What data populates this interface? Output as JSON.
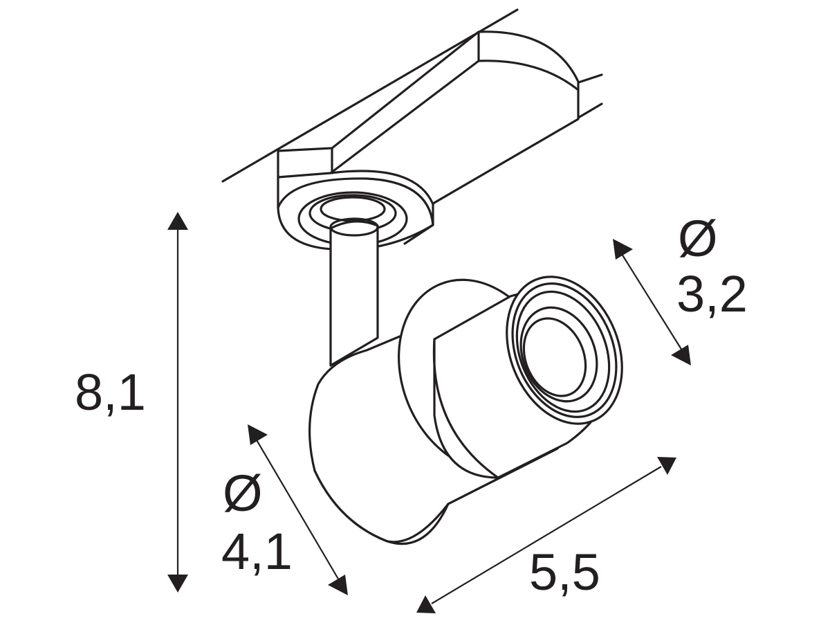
{
  "dimensions": {
    "height": {
      "value": "8,1"
    },
    "head_diameter": {
      "symbol": "Ø",
      "value": "4,1"
    },
    "lens_diameter": {
      "symbol": "Ø",
      "value": "3,2"
    },
    "length": {
      "value": "5,5"
    }
  },
  "colors": {
    "line": "#231f20",
    "background": "#ffffff"
  }
}
